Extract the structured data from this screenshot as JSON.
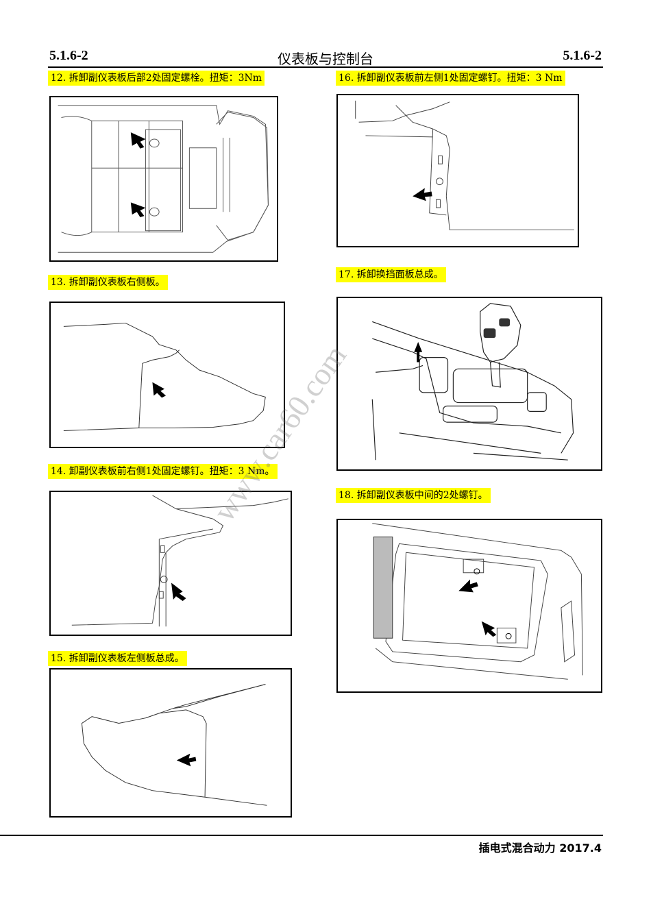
{
  "header": {
    "section_left": "5.1.6-2",
    "title": "仪表板与控制台",
    "section_right": "5.1.6-2"
  },
  "steps": [
    {
      "text": "12.   拆卸副仪表板后部2处固定螺栓。扭矩：3Nm"
    },
    {
      "text": "13.   拆卸副仪表板右侧板。"
    },
    {
      "text": "14. 卸副仪表板前右侧1处固定螺钉。扭矩：3 Nm。"
    },
    {
      "text": "15.   拆卸副仪表板左侧板总成。"
    },
    {
      "text": "16.   拆卸副仪表板前左侧1处固定螺钉。扭矩：3 Nm"
    },
    {
      "text": "17.   拆卸换挡面板总成。"
    },
    {
      "text": "18.   拆卸副仪表板中间的2处螺钉。"
    }
  ],
  "watermark": "www.car60.com",
  "footer": {
    "text": "插电式混合动力 2017.4"
  }
}
